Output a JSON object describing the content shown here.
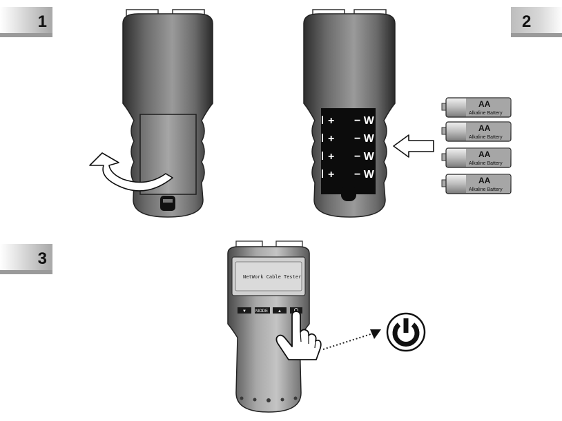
{
  "steps": [
    {
      "number": "1"
    },
    {
      "number": "2"
    },
    {
      "number": "3"
    }
  ],
  "battery_compartment": {
    "plus_label": "+",
    "minus_label": "− W"
  },
  "battery": {
    "size_label": "AA",
    "type_label": "Alkaline Battery",
    "count": 4
  },
  "display": {
    "text": "NetWork Cable Tester"
  },
  "keypad": {
    "down_label": "▼",
    "mode_label": "MODE",
    "up_label": "▲"
  },
  "icons": [
    "flip-arrow-icon",
    "insert-arrow-icon",
    "finger-press-icon",
    "power-icon"
  ],
  "colors": {
    "device_dark": "#3c3c3c",
    "device_light": "#8c8c8c",
    "badge_shadow": "#9a9a9a"
  }
}
